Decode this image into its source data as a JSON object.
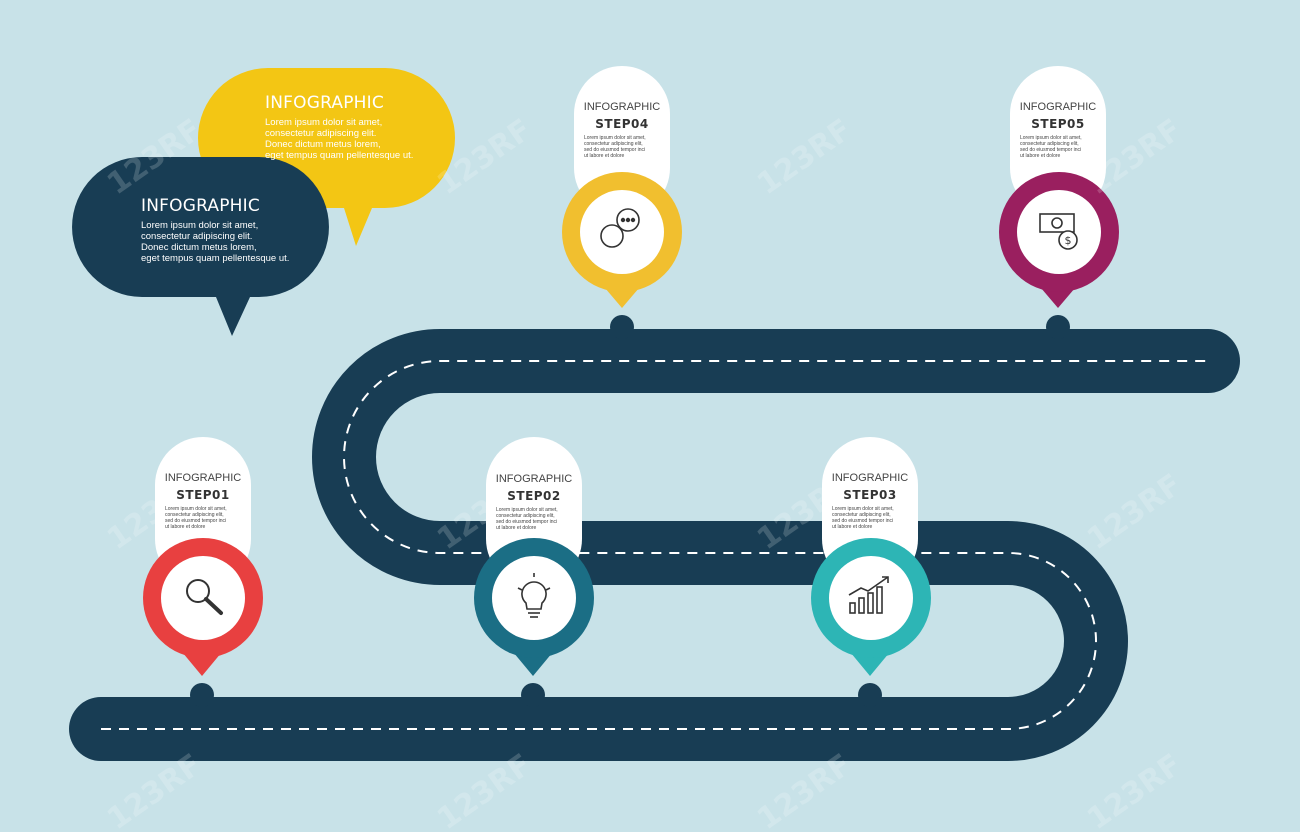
{
  "bubbles": [
    {
      "title": "INFOGRAPHIC",
      "body": [
        "Lorem ipsum dolor sit amet,",
        "consectetur adipiscing elit.",
        "Donec dictum metus lorem,",
        "eget tempus quam pellentesque ut."
      ],
      "color": "#f3c614"
    },
    {
      "title": "INFOGRAPHIC",
      "body": [
        "Lorem ipsum dolor sit amet,",
        "consectetur adipiscing elit.",
        "Donec dictum metus lorem,",
        "eget tempus quam pellentesque ut."
      ],
      "color": "#183d54"
    }
  ],
  "steps": [
    {
      "title": "INFOGRAPHIC",
      "step": "STEP01",
      "body": [
        "Lorem ipsum dolor sit amet,",
        "consectetur adipiscing elit,",
        "sed do eiusmod tempor inci",
        "ut labore et dolore"
      ],
      "icon": "magnifier-icon",
      "color": "#e84040"
    },
    {
      "title": "INFOGRAPHIC",
      "step": "STEP02",
      "body": [
        "Lorem ipsum dolor sit amet,",
        "consectetur adipiscing elit,",
        "sed do eiusmod tempor inci",
        "ut labore et dolore"
      ],
      "icon": "lightbulb-icon",
      "color": "#1b6e85"
    },
    {
      "title": "INFOGRAPHIC",
      "step": "STEP03",
      "body": [
        "Lorem ipsum dolor sit amet,",
        "consectetur adipiscing elit,",
        "sed do eiusmod tempor inci",
        "ut labore et dolore"
      ],
      "icon": "growth-chart-icon",
      "color": "#2db5b5"
    },
    {
      "title": "INFOGRAPHIC",
      "step": "STEP04",
      "body": [
        "Lorem ipsum dolor sit amet,",
        "consectetur adipiscing elit,",
        "sed do eiusmod tempor inci",
        "ut labore et dolore"
      ],
      "icon": "chat-bubbles-icon",
      "color": "#f1bf2f"
    },
    {
      "title": "INFOGRAPHIC",
      "step": "STEP05",
      "body": [
        "Lorem ipsum dolor sit amet,",
        "consectetur adipiscing elit,",
        "sed do eiusmod tempor inci",
        "ut labore et dolore"
      ],
      "icon": "money-icon",
      "color": "#9a1f5f"
    }
  ],
  "colors": {
    "background": "#c8e2e8",
    "road": "#183d54",
    "lane": "#ffffff",
    "card": "#ffffff"
  },
  "watermark": "123RF"
}
